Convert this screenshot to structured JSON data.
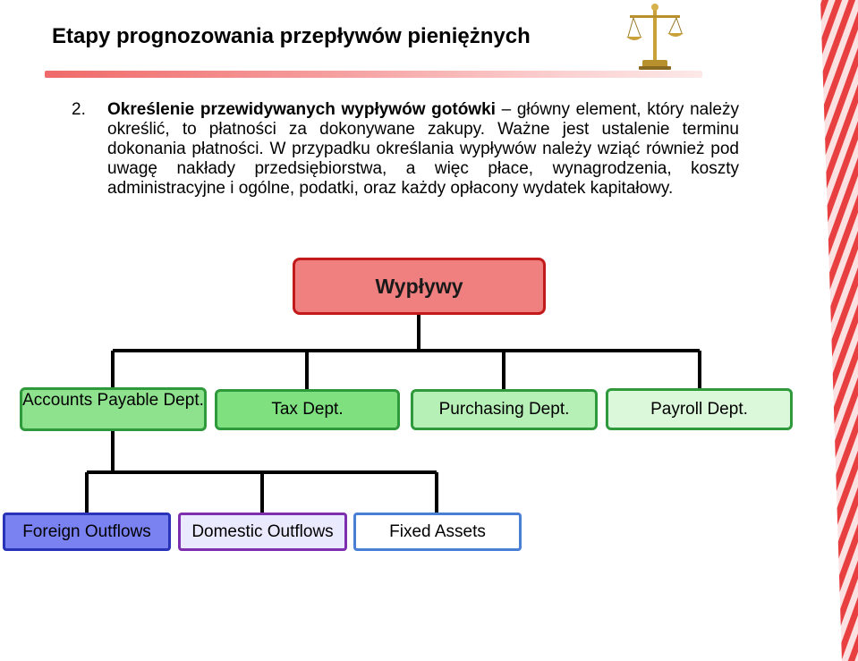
{
  "slide": {
    "title": "Etapy prognozowania przepływów pieniężnych",
    "item_number": "2.",
    "item_bold": "Określenie przewidywanych wypływów gotówki",
    "item_rest": " – główny element, który należy określić, to płatności za dokonywane zakupy. Ważne jest ustalenie terminu dokonania płatności. W przypadku określania wypływów należy wziąć również pod uwagę nakłady przedsiębiorstwa, a więc płace, wynagrodzenia, koszty administracyjne i ogólne, podatki, oraz każdy opłacony wydatek kapitałowy."
  },
  "diagram": {
    "root": "Wypływy",
    "level1": [
      "Accounts Payable Dept.",
      "Tax Dept.",
      "Purchasing Dept.",
      "Payroll Dept."
    ],
    "level2": [
      "Foreign Outflows",
      "Domestic Outflows",
      "Fixed Assets"
    ]
  },
  "colors": {
    "root_fill": "#f08080",
    "root_border": "#c21a1a",
    "green_border": "#2f9a3c",
    "title_rule": "#f06a6a"
  },
  "icons": {
    "scale": "balance-scale-icon"
  }
}
